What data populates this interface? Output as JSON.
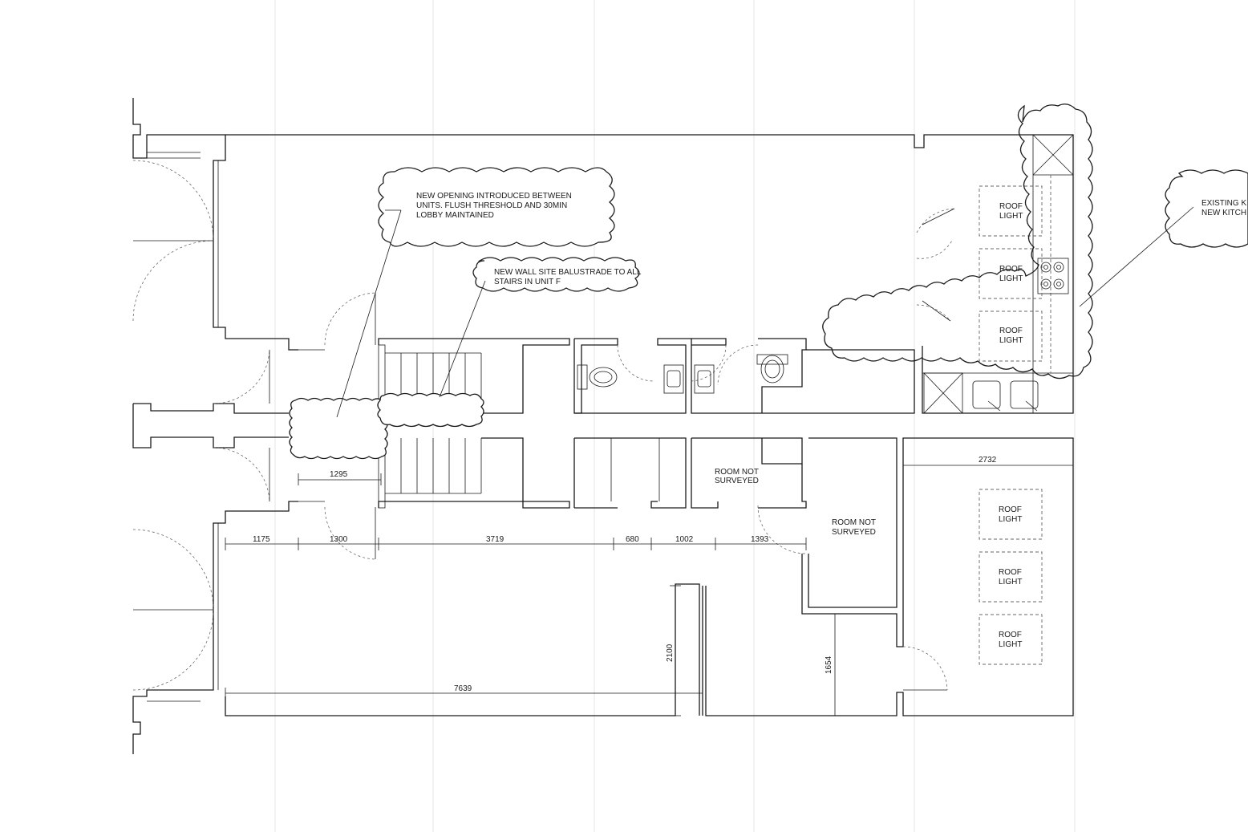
{
  "notes": {
    "opening": [
      "NEW OPENING INTRODUCED BETWEEN",
      "UNITS. FLUSH THRESHOLD AND 30MIN",
      "LOBBY MAINTAINED"
    ],
    "balustrade": [
      "NEW WALL SITE BALUSTRADE TO ALL",
      "STAIRS IN UNIT F"
    ],
    "kitchen": [
      "EXISTING K",
      "NEW KITCH"
    ]
  },
  "rooms": {
    "roof_light": [
      "ROOF",
      "LIGHT"
    ],
    "room_not_surveyed_1": [
      "ROOM NOT",
      "SURVEYED"
    ],
    "room_not_surveyed_2": [
      "ROOM NOT",
      "SURVEYED"
    ]
  },
  "dimensions": {
    "d1295": "1295",
    "d1175": "1175",
    "d1300": "1300",
    "d3719": "3719",
    "d680": "680",
    "d1002": "1002",
    "d1393": "1393",
    "d2732": "2732",
    "d2100": "2100",
    "d1654": "1654",
    "d7639": "7639"
  }
}
